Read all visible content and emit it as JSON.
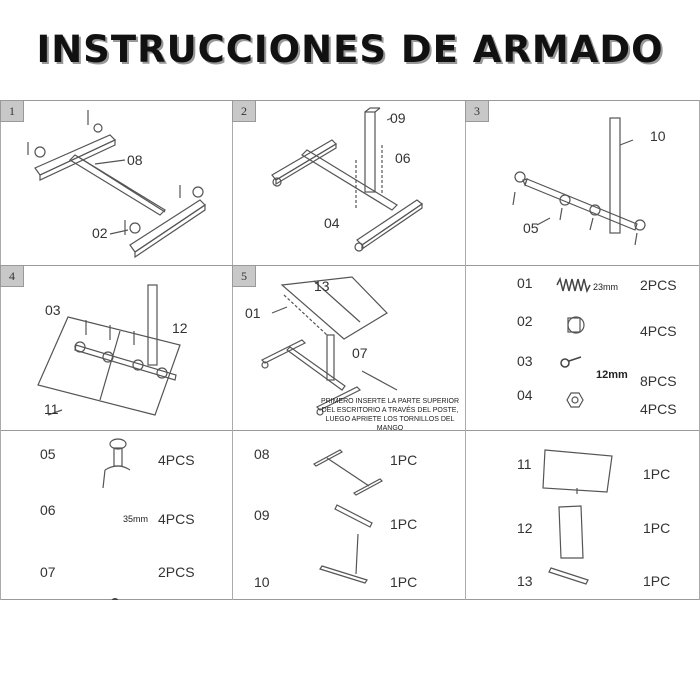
{
  "title": "INSTRUCCIONES DE ARMADO",
  "steps": [
    {
      "number": "1",
      "labels": {
        "a": "08",
        "b": "02"
      }
    },
    {
      "number": "2",
      "labels": {
        "a": "09",
        "b": "06",
        "c": "04"
      }
    },
    {
      "number": "3",
      "labels": {
        "a": "10",
        "b": "05"
      }
    },
    {
      "number": "4",
      "labels": {
        "a": "03",
        "b": "12",
        "c": "11"
      }
    },
    {
      "number": "5",
      "labels": {
        "a": "13",
        "b": "01",
        "c": "07"
      },
      "note": "PRIMERO INSERTE LA PARTE SUPERIOR DEL ESCRITORIO A TRAVÉS DEL POSTE, LUEGO APRIETE LOS TORNILLOS DEL MANGO"
    }
  ],
  "parts": [
    {
      "id": "01",
      "qty": "2PCS",
      "size": "23mm",
      "icon": "spring-icon"
    },
    {
      "id": "02",
      "qty": "4PCS",
      "icon": "caster-wheel-icon"
    },
    {
      "id": "03",
      "qty": "8PCS",
      "size": "12mm",
      "icon": "short-screw-icon"
    },
    {
      "id": "04",
      "qty": "4PCS",
      "icon": "hex-nut-icon"
    },
    {
      "id": "05",
      "qty": "4PCS",
      "icon": "clamp-knob-icon"
    },
    {
      "id": "06",
      "qty": "4PCS",
      "size": "35mm",
      "icon": "long-bolt-icon"
    },
    {
      "id": "07",
      "qty": "2PCS",
      "icon": "handle-knob-icon"
    },
    {
      "id": "08",
      "qty": "1PC",
      "icon": "base-frame-icon"
    },
    {
      "id": "09",
      "qty": "1PC",
      "icon": "cross-bar-icon"
    },
    {
      "id": "10",
      "qty": "1PC",
      "icon": "post-icon"
    },
    {
      "id": "11",
      "qty": "1PC",
      "icon": "desk-board-icon"
    },
    {
      "id": "12",
      "qty": "1PC",
      "icon": "side-board-icon"
    },
    {
      "id": "13",
      "qty": "1PC",
      "icon": "stopper-bar-icon"
    }
  ]
}
